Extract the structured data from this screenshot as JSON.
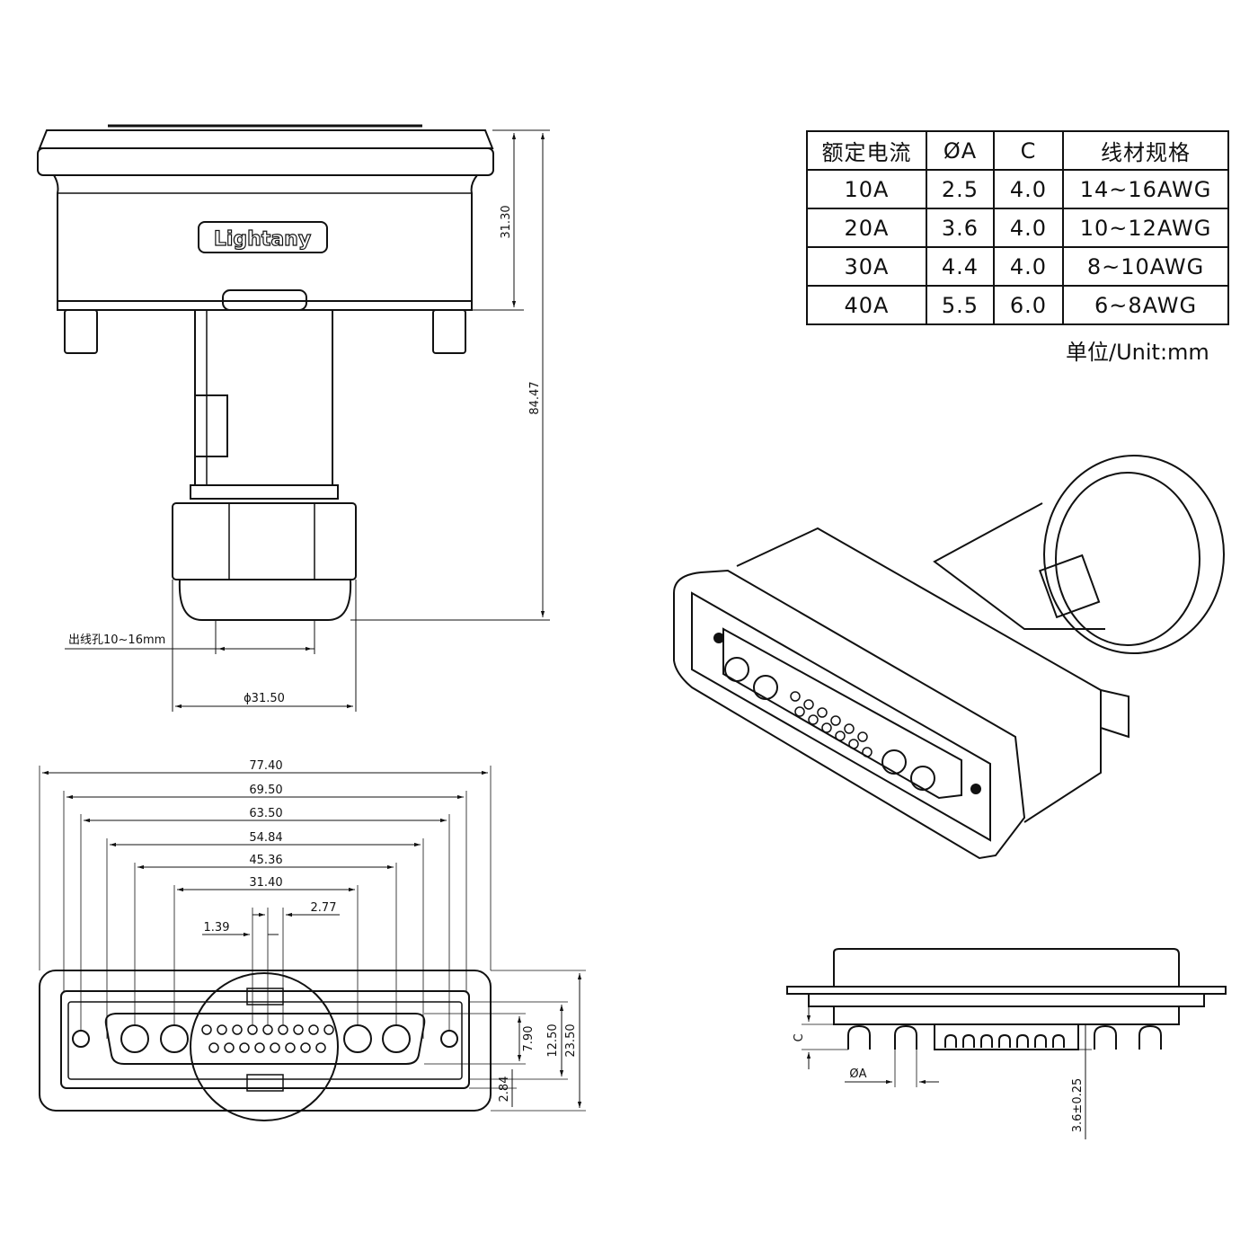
{
  "spec_table": {
    "headers": [
      "额定电流",
      "ØA",
      "C",
      "线材规格"
    ],
    "rows": [
      [
        "10A",
        "2.5",
        "4.0",
        "14~16AWG"
      ],
      [
        "20A",
        "3.6",
        "4.0",
        "10~12AWG"
      ],
      [
        "30A",
        "4.4",
        "4.0",
        "8~10AWG"
      ],
      [
        "40A",
        "5.5",
        "6.0",
        "6~8AWG"
      ]
    ]
  },
  "unit_note": "单位/Unit:mm",
  "brand_logo": "Lightany",
  "side_view": {
    "dim_height_upper": "31.30",
    "dim_height_total": "84.47",
    "cable_hole_label": "出线孔10~16mm",
    "dim_diameter": "ϕ31.50"
  },
  "front_view": {
    "dim_widths": [
      "77.40",
      "69.50",
      "63.50",
      "54.84",
      "45.36",
      "31.40"
    ],
    "dim_pitch_small": "1.39",
    "dim_pitch_large": "2.77",
    "dim_heights": [
      "7.90",
      "12.50",
      "23.50"
    ],
    "dim_offset": "2.84"
  },
  "bottom_view": {
    "dim_c": "C",
    "dim_phi_a": "ØA",
    "dim_pin": "3.6±0.25"
  }
}
